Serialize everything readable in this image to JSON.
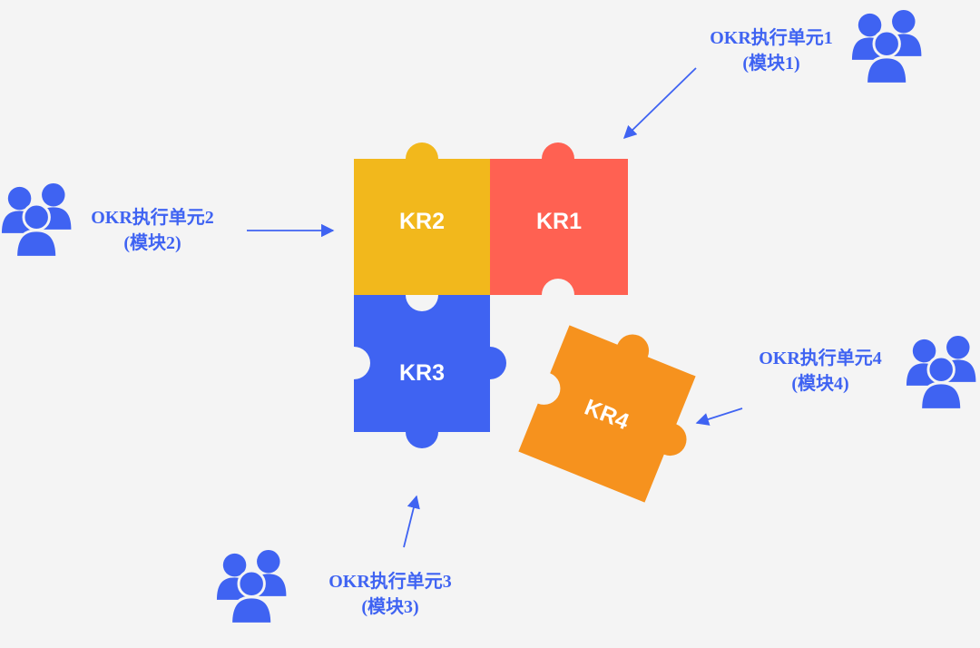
{
  "colors": {
    "background": "#f4f4f4",
    "accent_blue": "#3f63f2",
    "kr1": "#ff6152",
    "kr2": "#f2b81c",
    "kr3": "#3f63f2",
    "kr4": "#f6921e",
    "people_icon": "#3f63f2"
  },
  "pieces": {
    "kr1": {
      "label": "KR1"
    },
    "kr2": {
      "label": "KR2"
    },
    "kr3": {
      "label": "KR3"
    },
    "kr4": {
      "label": "KR4"
    }
  },
  "units": {
    "u1": {
      "line1": "OKR执行单元1",
      "line2": "(模块1)",
      "icon": "people-group-icon"
    },
    "u2": {
      "line1": "OKR执行单元2",
      "line2": "(模块2)",
      "icon": "people-group-icon"
    },
    "u3": {
      "line1": "OKR执行单元3",
      "line2": "(模块3)",
      "icon": "people-group-icon"
    },
    "u4": {
      "line1": "OKR执行单元4",
      "line2": "(模块4)",
      "icon": "people-group-icon"
    }
  }
}
